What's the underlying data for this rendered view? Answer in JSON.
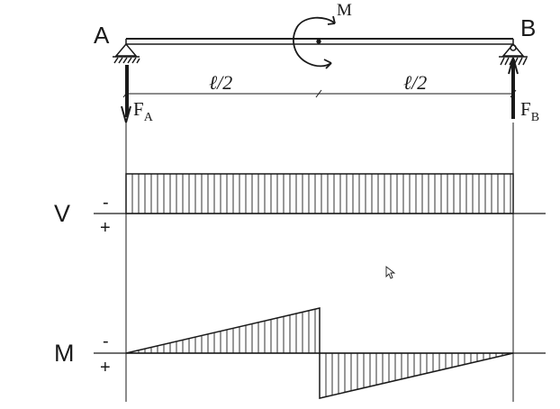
{
  "labels": {
    "support_a": "A",
    "support_b": "B",
    "moment": "M",
    "force_a_main": "F",
    "force_a_sub": "A",
    "force_b_main": "F",
    "force_b_sub": "B",
    "span_left": "ℓ/2",
    "span_right": "ℓ/2",
    "shear_axis": "V",
    "shear_minus": "-",
    "shear_plus": "+",
    "moment_axis": "M",
    "moment_minus": "-",
    "moment_plus": "+"
  },
  "colors": {
    "ink": "#1a1a1a",
    "background": "#ffffff"
  },
  "icons": {
    "cursor": "mouse-pointer-icon",
    "moment": "clockwise-moment-arrow-icon",
    "support_a": "pin-support-icon",
    "support_b": "pin-support-icon"
  }
}
